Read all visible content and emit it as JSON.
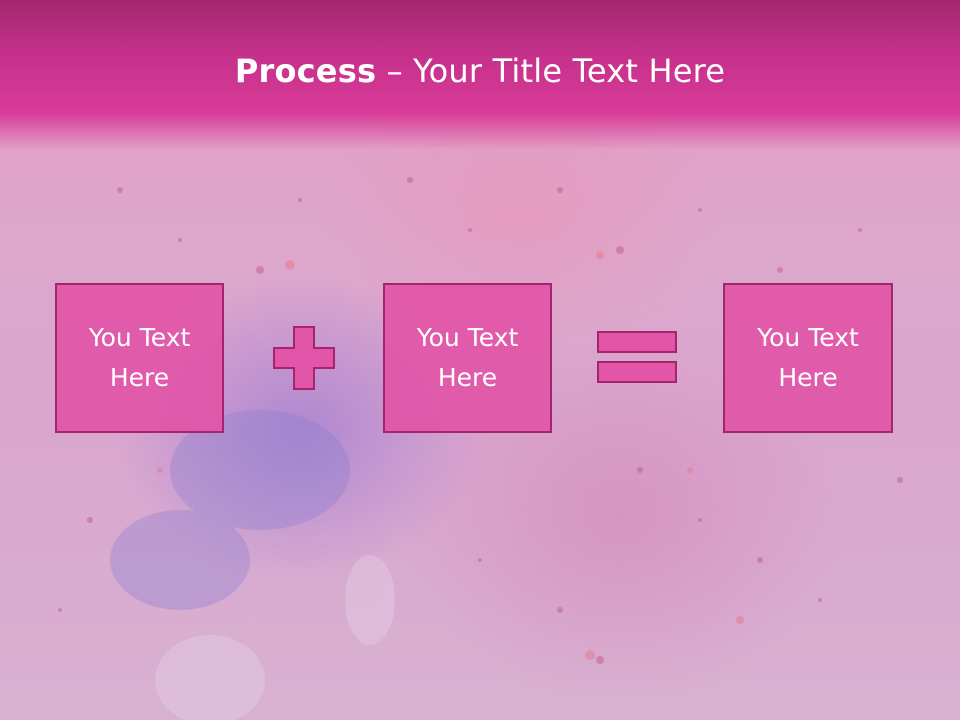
{
  "slide": {
    "title_bold": "Process",
    "title_rest": " – Your Title Text Here",
    "boxes": [
      {
        "text": "You Text Here"
      },
      {
        "text": "You Text Here"
      },
      {
        "text": "You Text Here"
      }
    ],
    "operators": [
      "plus-icon",
      "equals-icon"
    ],
    "colors": {
      "title_bar": "#c4308a",
      "box_fill": "#e255a8",
      "box_border": "#a3256b",
      "text": "#ffffff"
    }
  }
}
